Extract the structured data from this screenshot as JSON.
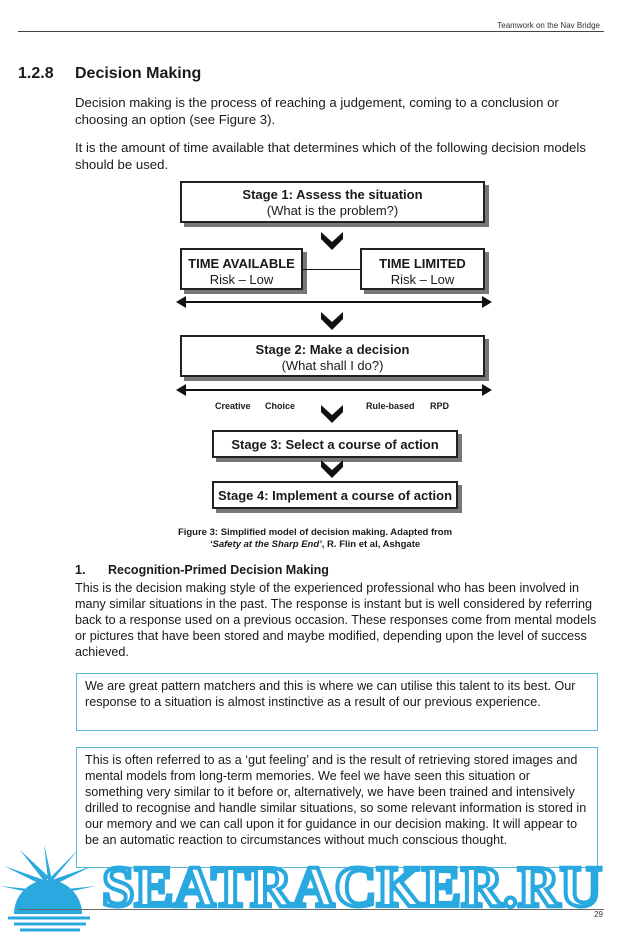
{
  "header": {
    "running_title": "Teamwork on the Nav Bridge"
  },
  "section": {
    "number": "1.2.8",
    "title": "Decision Making"
  },
  "intro": {
    "p1": "Decision making is the process of reaching a judgement, coming to a conclusion or choosing an option (see Figure 3).",
    "p2": "It is the amount of time available that determines which of the following decision models should be used."
  },
  "figure": {
    "stage1": {
      "title": "Stage 1: Assess the situation",
      "sub": "(What is the problem?)"
    },
    "time_available": {
      "title": "TIME AVAILABLE",
      "sub": "Risk – Low"
    },
    "time_limited": {
      "title": "TIME LIMITED",
      "sub": "Risk – Low"
    },
    "stage2": {
      "title": "Stage 2: Make a decision",
      "sub": "(What shall I do?)"
    },
    "scale": {
      "creative": "Creative",
      "choice": "Choice",
      "rule_based": "Rule-based",
      "rpd": "RPD"
    },
    "stage3": {
      "title": "Stage 3: Select a course of action"
    },
    "stage4": {
      "title": "Stage 4: Implement a course of action"
    },
    "caption_line1": "Figure 3: Simplified model of decision making. Adapted from",
    "caption_source": "‘Safety at the Sharp End’",
    "caption_rest": ", R. Flin et al, Ashgate"
  },
  "subsection": {
    "number": "1.",
    "title": "Recognition-Primed Decision Making",
    "body": "This is the decision making style of the experienced professional who has been involved in many similar situations in the past. The response is instant but is well considered by referring back to a response used on a previous occasion. These responses come from mental models or pictures that have been stored and maybe modified, depending upon the level of success achieved."
  },
  "callouts": [
    "We are great pattern matchers and this is where we can utilise this talent to its best. Our response to a situation is almost instinctive as a result of our previous experience.",
    "This is often referred to as a ‘gut feeling’ and is the result of retrieving stored images and mental models from long-term memories. We feel we have seen this situation or something very similar to it before or, alternatively, we have been trained and intensively drilled to recognise and handle similar situations, so some relevant information is stored in our memory and we can call upon it for guidance in our decision making. It will appear to be an automatic reaction to circumstances without much conscious thought."
  ],
  "watermark": {
    "text": "SEATRACKER.RU"
  },
  "footer": {
    "page_number": "29"
  },
  "colors": {
    "callout_border": "#5bb8d4",
    "watermark_blue": "#2aa8e0"
  }
}
